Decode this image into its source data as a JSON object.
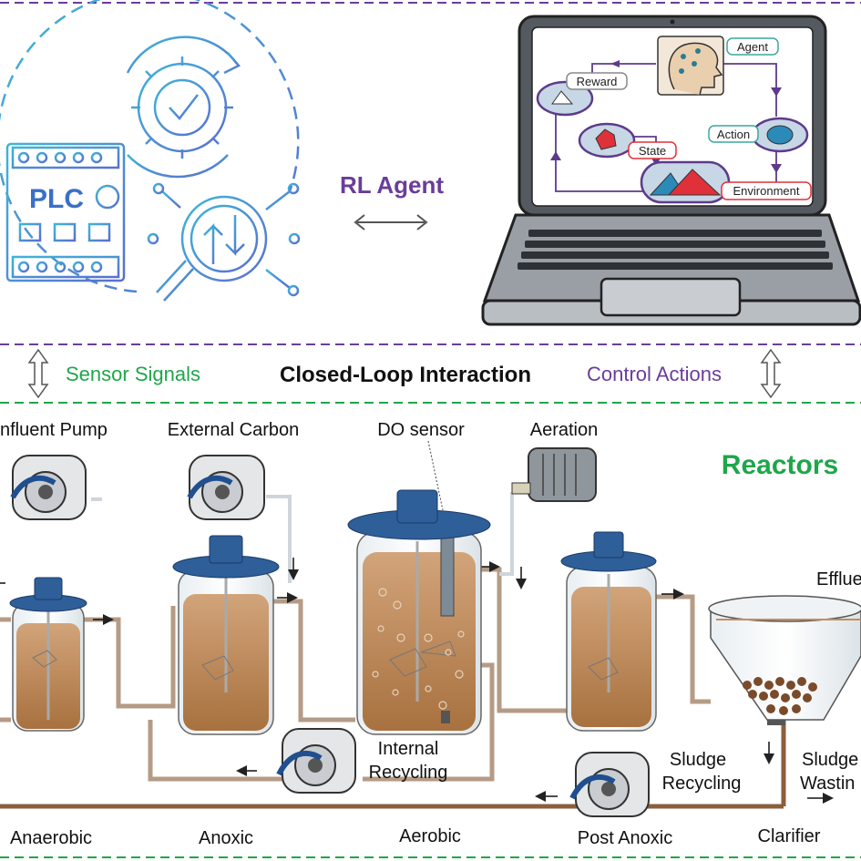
{
  "top": {
    "plc_label": "PLC",
    "rl_agent": "RL Agent",
    "agent": "Agent",
    "reward": "Reward",
    "action": "Action",
    "state": "State",
    "environment": "Environment"
  },
  "middle": {
    "sensor_signals": "Sensor Signals",
    "closed_loop": "Closed-Loop Interaction",
    "control_actions": "Control Actions"
  },
  "bottom": {
    "reactors": "Reactors",
    "influent_pump": "nfluent Pump",
    "external_carbon": "External Carbon",
    "do_sensor": "DO sensor",
    "aeration": "Aeration",
    "effluent": "Efflue",
    "internal_recycling_1": "Internal",
    "internal_recycling_2": "Recycling",
    "sludge_recycling_1": "Sludge",
    "sludge_recycling_2": "Recycling",
    "sludge_wasting_1": "Sludge",
    "sludge_wasting_2": "Wastin",
    "anaerobic": "Anaerobic",
    "anoxic": "Anoxic",
    "aerobic": "Aerobic",
    "post_anoxic": "Post Anoxic",
    "clarifier": "Clarifier"
  },
  "colors": {
    "purple": "#6a3d9a",
    "green": "#1fa64a",
    "blue_cap": "#2e5f99",
    "sludge": "#b07a4c",
    "pipe": "#8b6a4d",
    "plc_blue": "#3a8ad0"
  }
}
